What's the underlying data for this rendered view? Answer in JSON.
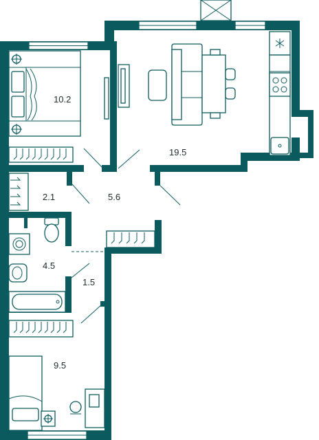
{
  "plan": {
    "rooms": [
      {
        "id": "bedroom-1",
        "area": "10.2"
      },
      {
        "id": "living-kitchen",
        "area": "19.5"
      },
      {
        "id": "wardrobe",
        "area": "2.1"
      },
      {
        "id": "hallway",
        "area": "5.6"
      },
      {
        "id": "bathroom",
        "area": "4.5"
      },
      {
        "id": "corridor",
        "area": "1.5"
      },
      {
        "id": "bedroom-2",
        "area": "9.5"
      }
    ],
    "colors": {
      "wall": "#0b5a5e",
      "text": "#1f2a2c",
      "background": "#ffffff"
    },
    "icons": [
      "double-bed-icon",
      "single-bed-icon",
      "sofa-icon",
      "dining-table-icon",
      "armchair-icon",
      "tv-icon",
      "stove-icon",
      "fridge-icon",
      "sink-icon",
      "washing-machine-icon",
      "toilet-icon",
      "washbasin-icon",
      "bathtub-icon",
      "wardrobe-icon",
      "desk-icon",
      "chair-icon",
      "lamp-icon",
      "window-icon",
      "ventilation-shaft-icon"
    ]
  }
}
